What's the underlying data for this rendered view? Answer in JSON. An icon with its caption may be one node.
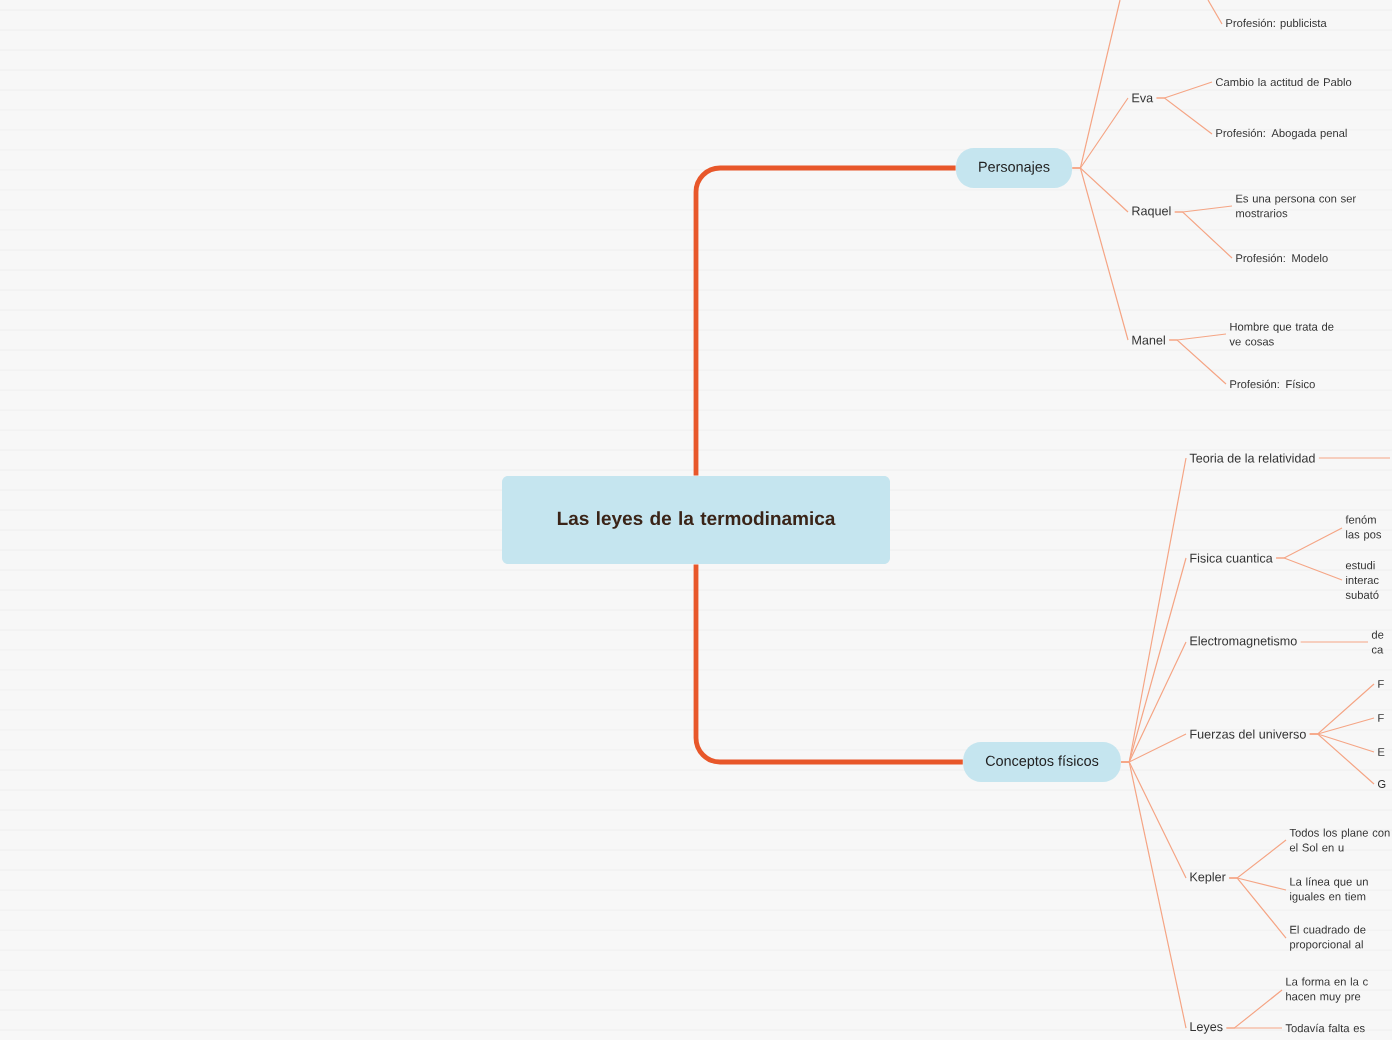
{
  "diagram": {
    "nodes": [
      {
        "text": [
          "Las leyes de la termodinamica"
        ]
      },
      {
        "text": [
          "Personajes"
        ]
      },
      {
        "text": [
          "Conceptos físicos"
        ]
      },
      {
        "text": [
          "Eva"
        ]
      },
      {
        "text": [
          "Raquel"
        ]
      },
      {
        "text": [
          "Manel"
        ]
      },
      {
        "text": [
          "Profesión: publicista"
        ]
      },
      {
        "text": [
          "Cambio la actitud de Pablo"
        ]
      },
      {
        "text": [
          "Profesión: Abogada penal"
        ]
      },
      {
        "text": [
          "Es una persona con ser mostrarios"
        ]
      },
      {
        "text": [
          "Profesión: Modelo"
        ]
      },
      {
        "text": [
          "Hombre que trata de ve cosas"
        ]
      },
      {
        "text": [
          "Profesión: Físico"
        ]
      },
      {
        "text": [
          "Teoria de la relatividad"
        ]
      },
      {
        "text": [
          "Fisica cuantica"
        ]
      },
      {
        "text": [
          "Electromagnetismo"
        ]
      },
      {
        "text": [
          "Fuerzas del universo"
        ]
      },
      {
        "text": [
          "Kepler"
        ]
      },
      {
        "text": [
          "Leyes"
        ]
      },
      {
        "text": [
          "fenóm las pos"
        ]
      },
      {
        "text": [
          "estudi interac subató"
        ]
      },
      {
        "text": [
          "de ca"
        ]
      },
      {
        "text": [
          "F"
        ]
      },
      {
        "text": [
          "F"
        ]
      },
      {
        "text": [
          "E"
        ]
      },
      {
        "text": [
          "G"
        ]
      },
      {
        "text": [
          "Todos los plane con el Sol en u"
        ]
      },
      {
        "text": [
          "La línea que un iguales en tiem"
        ]
      },
      {
        "text": [
          "El cuadrado de proporcional al"
        ]
      },
      {
        "text": [
          "La forma en la c hacen muy pre"
        ]
      },
      {
        "text": [
          "Todavía falta es"
        ]
      }
    ],
    "edges": [
      {
        "from": 0,
        "to": 1,
        "arrow": "none",
        "style": "thick",
        "color": "#e8572a"
      },
      {
        "from": 0,
        "to": 2,
        "arrow": "none",
        "style": "thick",
        "color": "#e8572a"
      },
      {
        "from": 1,
        "to": null,
        "arrow": "none"
      },
      {
        "from": 1,
        "to": 3,
        "arrow": "none"
      },
      {
        "from": 1,
        "to": 4,
        "arrow": "none"
      },
      {
        "from": 1,
        "to": 5,
        "arrow": "none"
      },
      {
        "from": null,
        "to": 6,
        "arrow": "none"
      },
      {
        "from": 3,
        "to": 7,
        "arrow": "none"
      },
      {
        "from": 3,
        "to": 8,
        "arrow": "none"
      },
      {
        "from": 4,
        "to": 9,
        "arrow": "none"
      },
      {
        "from": 4,
        "to": 10,
        "arrow": "none"
      },
      {
        "from": 5,
        "to": 11,
        "arrow": "none"
      },
      {
        "from": 5,
        "to": 12,
        "arrow": "none"
      },
      {
        "from": 2,
        "to": 13,
        "arrow": "none"
      },
      {
        "from": 2,
        "to": 14,
        "arrow": "none"
      },
      {
        "from": 2,
        "to": 15,
        "arrow": "none"
      },
      {
        "from": 2,
        "to": 16,
        "arrow": "none"
      },
      {
        "from": 2,
        "to": 17,
        "arrow": "none"
      },
      {
        "from": 2,
        "to": 18,
        "arrow": "none"
      },
      {
        "from": 13,
        "to": null,
        "arrow": "none"
      },
      {
        "from": 14,
        "to": 19,
        "arrow": "none"
      },
      {
        "from": 14,
        "to": 20,
        "arrow": "none"
      },
      {
        "from": 15,
        "to": 21,
        "arrow": "none"
      },
      {
        "from": 16,
        "to": 22,
        "arrow": "none"
      },
      {
        "from": 16,
        "to": 23,
        "arrow": "none"
      },
      {
        "from": 16,
        "to": 24,
        "arrow": "none"
      },
      {
        "from": 16,
        "to": 25,
        "arrow": "none"
      },
      {
        "from": 17,
        "to": 26,
        "arrow": "none"
      },
      {
        "from": 17,
        "to": 27,
        "arrow": "none"
      },
      {
        "from": 17,
        "to": 28,
        "arrow": "none"
      },
      {
        "from": 18,
        "to": 29,
        "arrow": "none"
      },
      {
        "from": 18,
        "to": 30,
        "arrow": "none"
      }
    ]
  }
}
